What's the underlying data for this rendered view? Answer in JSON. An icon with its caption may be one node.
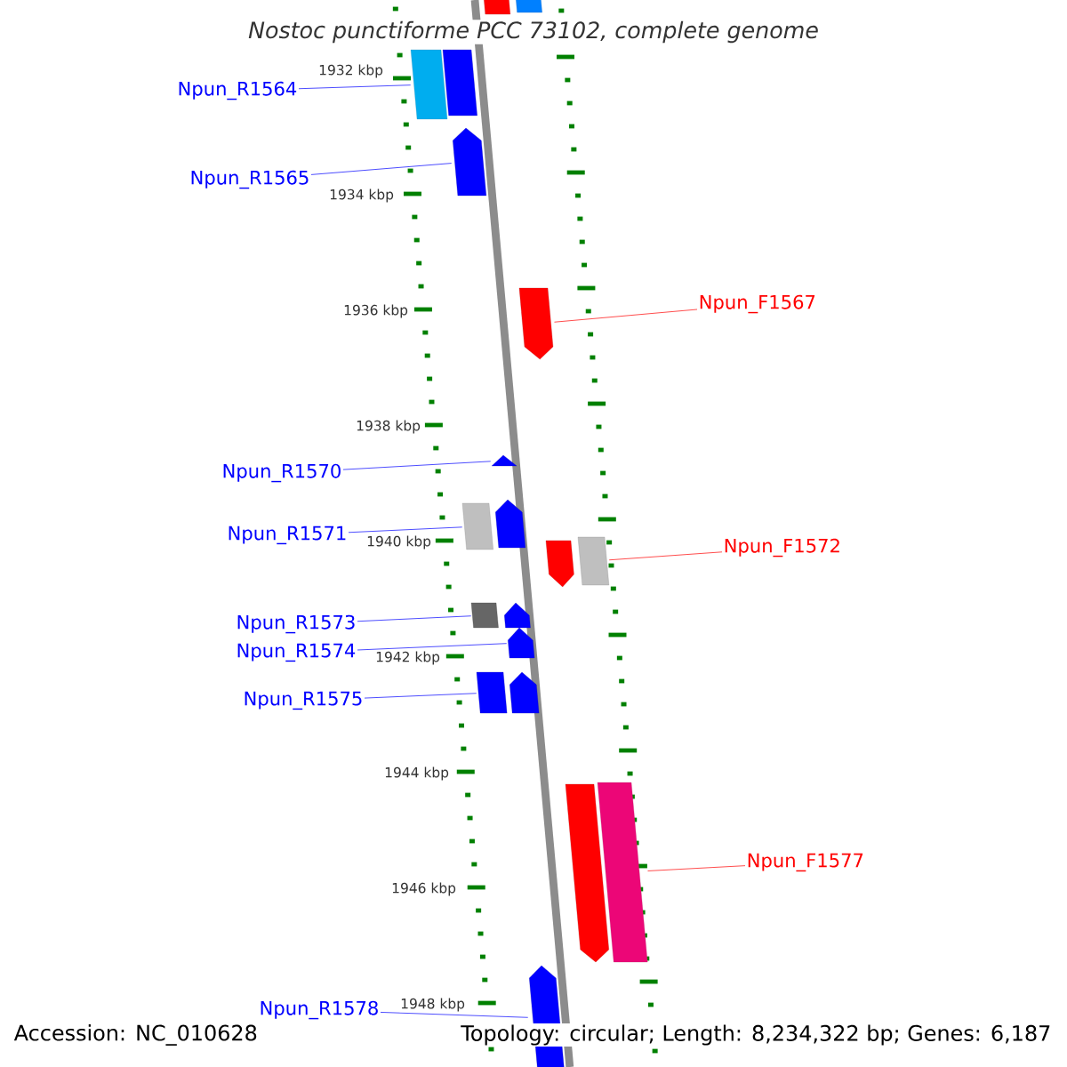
{
  "diagram": {
    "title": "Nostoc punctiforme PCC 73102, complete genome",
    "nodes": [
      {
        "text": [
          "Npun_R1564"
        ]
      },
      {
        "text": [
          "Npun_R1565"
        ]
      },
      {
        "text": [
          "Npun_F1567"
        ]
      },
      {
        "text": [
          "Npun_R1570"
        ]
      },
      {
        "text": [
          "Npun_R1571"
        ]
      },
      {
        "text": [
          "Npun_F1572"
        ]
      },
      {
        "text": [
          "Npun_R1573"
        ]
      },
      {
        "text": [
          "Npun_R1574"
        ]
      },
      {
        "text": [
          "Npun_R1575"
        ]
      },
      {
        "text": [
          "Npun_F1577"
        ]
      },
      {
        "text": [
          "Npun_R1578"
        ]
      },
      {
        "text": [],
        "shape": "box"
      },
      {
        "text": [],
        "shape": "box"
      },
      {
        "text": [],
        "shape": "box"
      },
      {
        "text": [],
        "shape": "box"
      },
      {
        "text": [],
        "shape": "arrow"
      },
      {
        "text": [],
        "shape": "arrow"
      },
      {
        "text": [],
        "shape": "triangle"
      },
      {
        "text": [],
        "shape": "box"
      },
      {
        "text": [],
        "shape": "arrow"
      },
      {
        "text": [],
        "shape": "arrow"
      },
      {
        "text": [],
        "shape": "box"
      },
      {
        "text": [],
        "shape": "box"
      },
      {
        "text": [],
        "shape": "arrow"
      },
      {
        "text": [],
        "shape": "arrow"
      },
      {
        "text": [],
        "shape": "box"
      },
      {
        "text": [],
        "shape": "arrow"
      },
      {
        "text": [],
        "shape": "arrow"
      },
      {
        "text": [],
        "shape": "box"
      },
      {
        "text": [],
        "shape": "arrow"
      }
    ],
    "edges": [
      {
        "from": 0,
        "to": 13,
        "arrow": "none"
      },
      {
        "from": 1,
        "to": 15,
        "arrow": "none"
      },
      {
        "from": 2,
        "to": 16,
        "arrow": "none",
        "color": "#ff0000"
      },
      {
        "from": 3,
        "to": 17,
        "arrow": "none"
      },
      {
        "from": 4,
        "to": 18,
        "arrow": "none"
      },
      {
        "from": 5,
        "to": 21,
        "arrow": "none",
        "color": "#ff0000"
      },
      {
        "from": 6,
        "to": 22,
        "arrow": "none"
      },
      {
        "from": 7,
        "to": 24,
        "arrow": "none"
      },
      {
        "from": 8,
        "to": 25,
        "arrow": "none"
      },
      {
        "from": 9,
        "to": 28,
        "arrow": "none",
        "color": "#ff0000"
      },
      {
        "from": 10,
        "to": 29,
        "arrow": "none"
      }
    ],
    "labels": [
      "1932 kbp",
      "1934 kbp",
      "1936 kbp",
      "1938 kbp",
      "1940 kbp",
      "1942 kbp",
      "1944 kbp",
      "1946 kbp",
      "1948 kbp",
      "Accession: NC_010628",
      "Topology: circular; Length: 8,234,322 bp; Genes: 6,187"
    ]
  }
}
